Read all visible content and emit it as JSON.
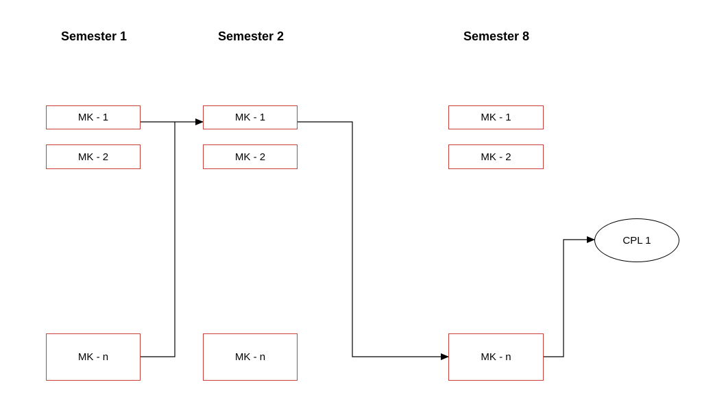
{
  "semesters": [
    {
      "title": "Semester 1"
    },
    {
      "title": "Semester 2"
    },
    {
      "title": "Semester 8"
    }
  ],
  "courses": {
    "s1": [
      "MK - 1",
      "MK - 2",
      "MK - n"
    ],
    "s2": [
      "MK - 1",
      "MK - 2",
      "MK - n"
    ],
    "s8": [
      "MK - 1",
      "MK - 2",
      "MK - n"
    ]
  },
  "outcome": {
    "label": "CPL 1"
  },
  "colors": {
    "box_border": "#c9403a",
    "connector": "#000000"
  }
}
